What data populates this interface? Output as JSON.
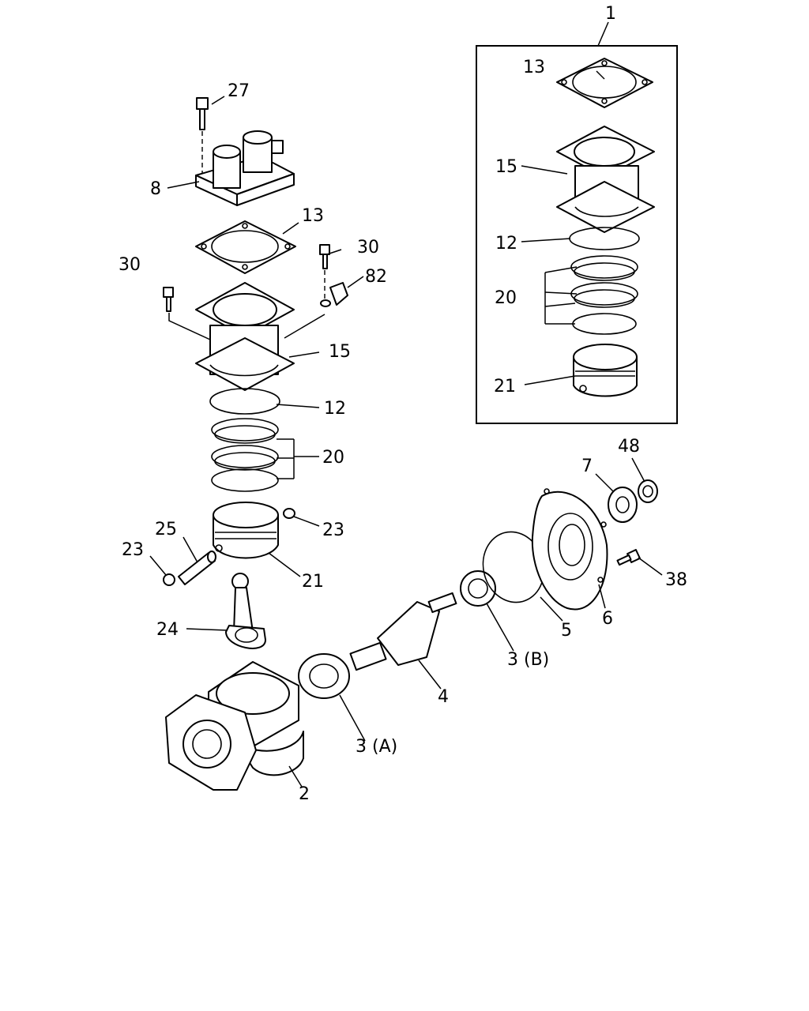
{
  "diagram": {
    "colors": {
      "line": "#000000",
      "background": "#ffffff"
    },
    "callouts": {
      "c1": "1",
      "c2": "2",
      "c3a": "3 (A)",
      "c3b": "3 (B)",
      "c4": "4",
      "c5": "5",
      "c6": "6",
      "c7": "7",
      "c8": "8",
      "c12": "12",
      "c12_kit": "12",
      "c13": "13",
      "c13_kit": "13",
      "c15": "15",
      "c15_kit": "15",
      "c20": "20",
      "c20_kit": "20",
      "c21": "21",
      "c21_kit": "21",
      "c23_left": "23",
      "c23_right": "23",
      "c24": "24",
      "c25": "25",
      "c27": "27",
      "c30_left": "30",
      "c30_right": "30",
      "c38": "38",
      "c48": "48",
      "c82": "82"
    }
  }
}
